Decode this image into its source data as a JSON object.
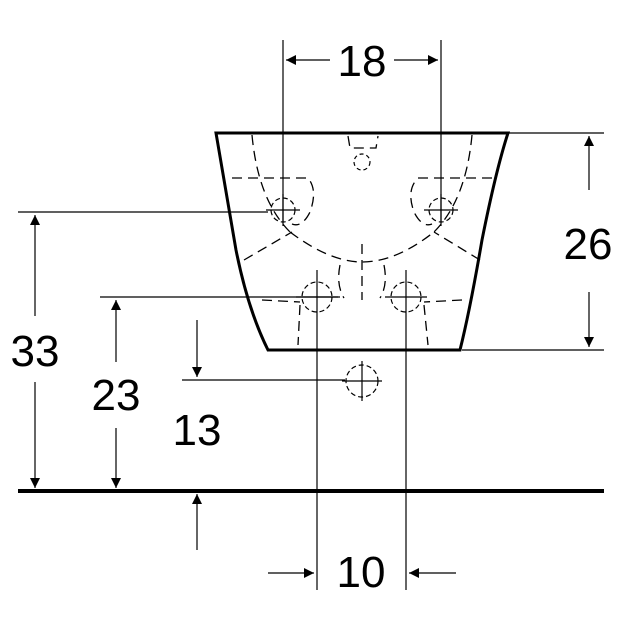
{
  "dimensions": {
    "top_spacing": "18",
    "height_body": "26",
    "left_total": "33",
    "left_mid": "23",
    "left_low": "13",
    "bottom_spacing": "10"
  },
  "colors": {
    "line": "#000000",
    "background": "#ffffff"
  }
}
